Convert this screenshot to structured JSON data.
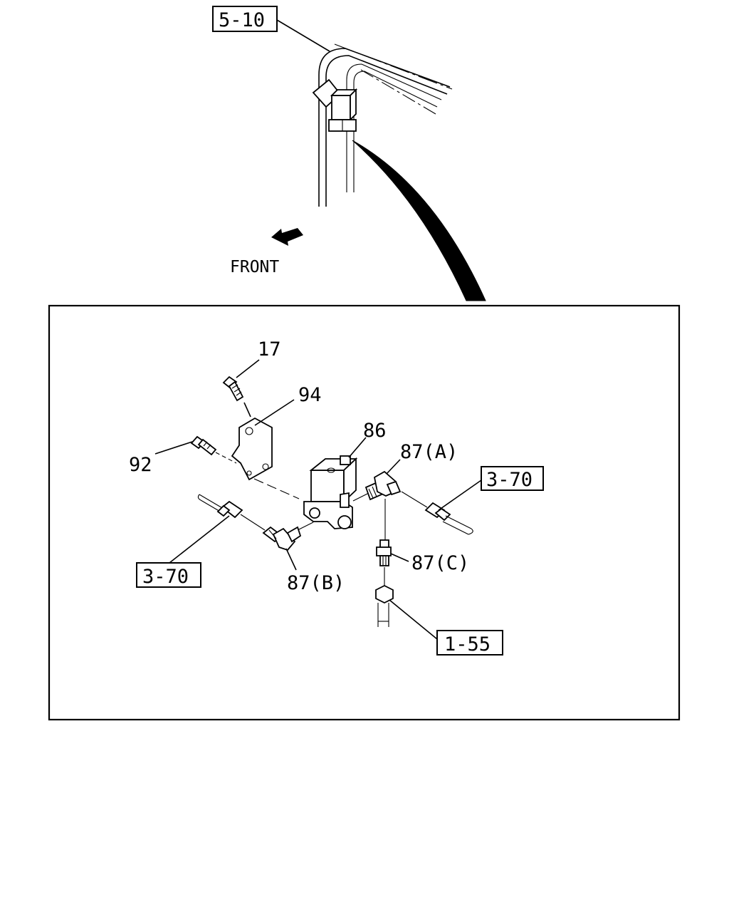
{
  "direction_label": "FRONT",
  "refs": {
    "top": "5-10",
    "right": "3-70",
    "left": "3-70",
    "bottom": "1-55"
  },
  "parts": {
    "bolt_top": "17",
    "bracket": "94",
    "bolt_left": "92",
    "valve": "86",
    "fitting_a": "87(A)",
    "fitting_b": "87(B)",
    "fitting_c": "87(C)"
  }
}
